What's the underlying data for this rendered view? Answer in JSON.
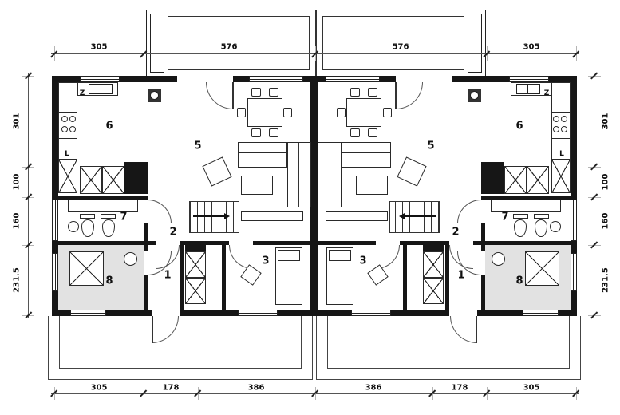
{
  "dims": {
    "top": [
      "305",
      "576",
      "576",
      "305"
    ],
    "bottom": [
      "305",
      "178",
      "386",
      "386",
      "178",
      "305"
    ],
    "left": [
      "301",
      "100",
      "160",
      "231.5"
    ],
    "right": [
      "301",
      "100",
      "160",
      "231.5"
    ]
  },
  "rooms": [
    "6",
    "5",
    "7",
    "8",
    "2",
    "1",
    "3"
  ],
  "fixtures": {
    "sink_label": "Z",
    "counter_label": "L"
  },
  "colors": {
    "wall": "#161616",
    "gray_floor": "#e2e2e2",
    "line": "#333333"
  }
}
